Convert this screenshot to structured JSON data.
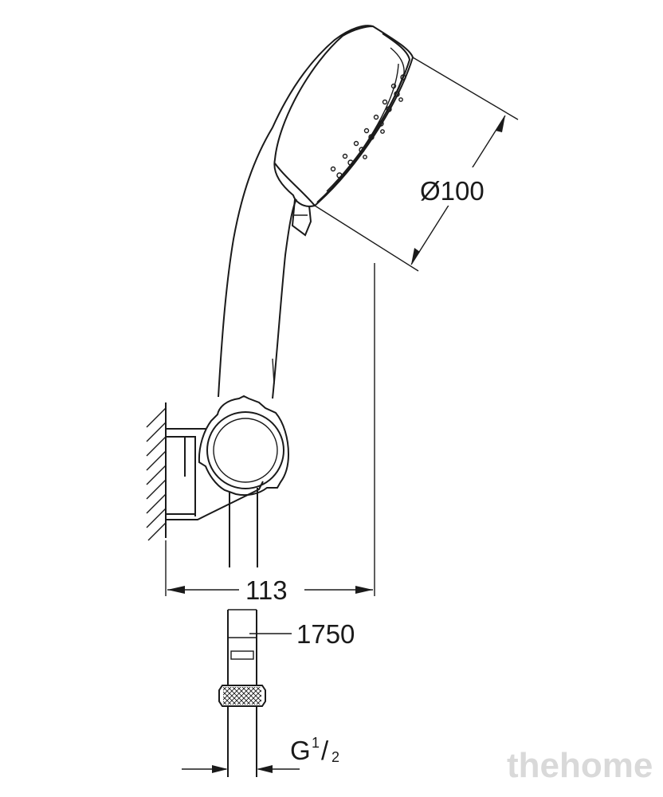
{
  "dimensions": {
    "diameter": "Ø100",
    "width": "113",
    "hose_length": "1750",
    "thread_main": "G",
    "thread_num": "1",
    "thread_den": "2"
  },
  "watermark": "thehome"
}
